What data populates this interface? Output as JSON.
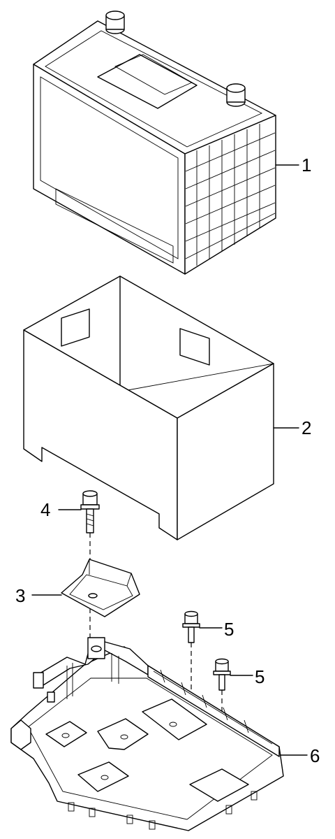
{
  "callouts": {
    "battery": "1",
    "battery_cover": "2",
    "bracket": "3",
    "bracket_bolt": "4",
    "tray_bolt_a": "5",
    "tray_bolt_b": "5",
    "tray": "6"
  }
}
